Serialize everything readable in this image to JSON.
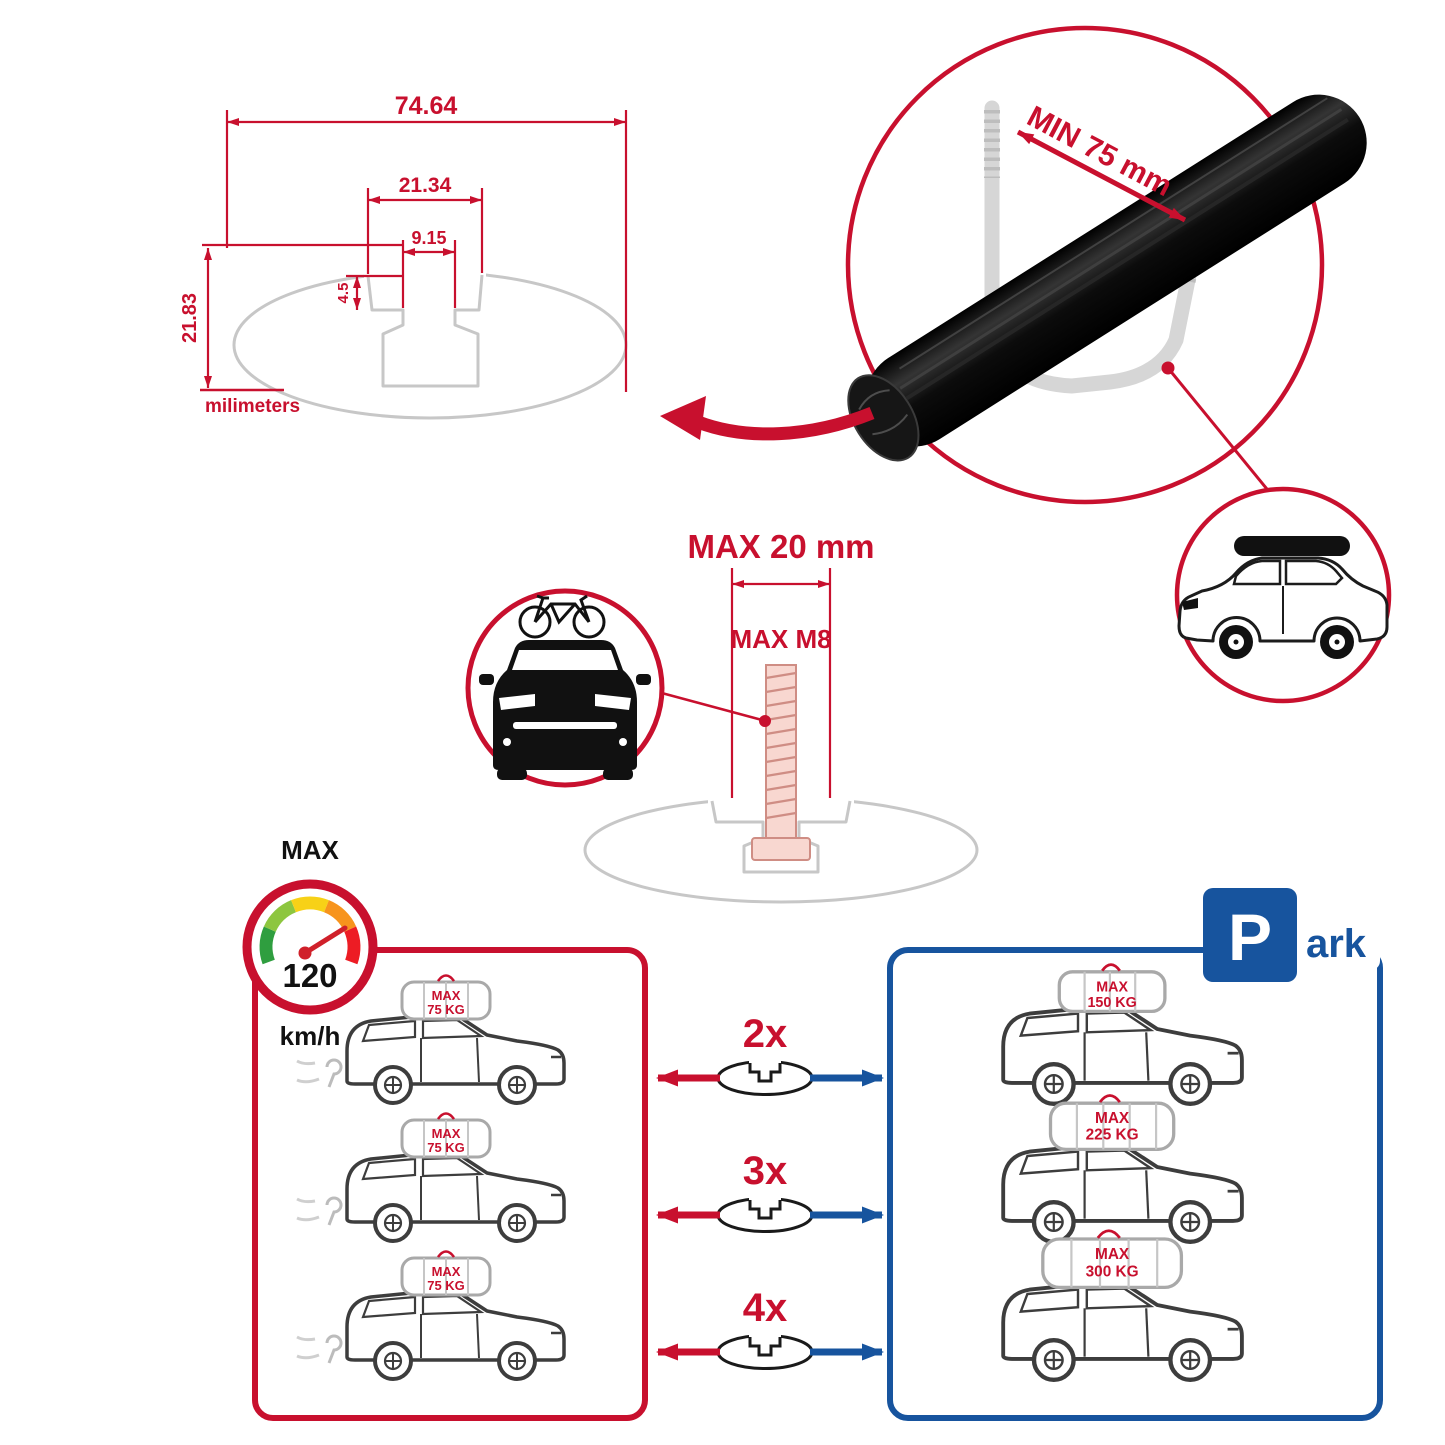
{
  "colors": {
    "accent_red": "#C8102E",
    "accent_blue": "#17549E",
    "gray_outline": "#c7c7c7"
  },
  "profile_dimensions": {
    "total_width": "74.64",
    "channel_width": "21.34",
    "slot_width": "9.15",
    "step_depth": "4.5",
    "total_height": "21.83",
    "units_label": "milimeters"
  },
  "clamp_note": {
    "min_clearance": "MIN 75 mm"
  },
  "bolt_note": {
    "max_depth": "MAX 20 mm",
    "max_thread": "MAX M8"
  },
  "speed_gauge": {
    "label": "MAX",
    "value": "120",
    "unit": "km/h"
  },
  "parking_sign": {
    "p": "P",
    "ark": "ark"
  },
  "capacity": {
    "rows": [
      {
        "count": "2x",
        "left": {
          "max": "MAX",
          "weight": "75 KG"
        },
        "right": {
          "max": "MAX",
          "weight": "150 KG"
        }
      },
      {
        "count": "3x",
        "left": {
          "max": "MAX",
          "weight": "75 KG"
        },
        "right": {
          "max": "MAX",
          "weight": "225 KG"
        }
      },
      {
        "count": "4x",
        "left": {
          "max": "MAX",
          "weight": "75 KG"
        },
        "right": {
          "max": "MAX",
          "weight": "300 KG"
        }
      }
    ]
  }
}
